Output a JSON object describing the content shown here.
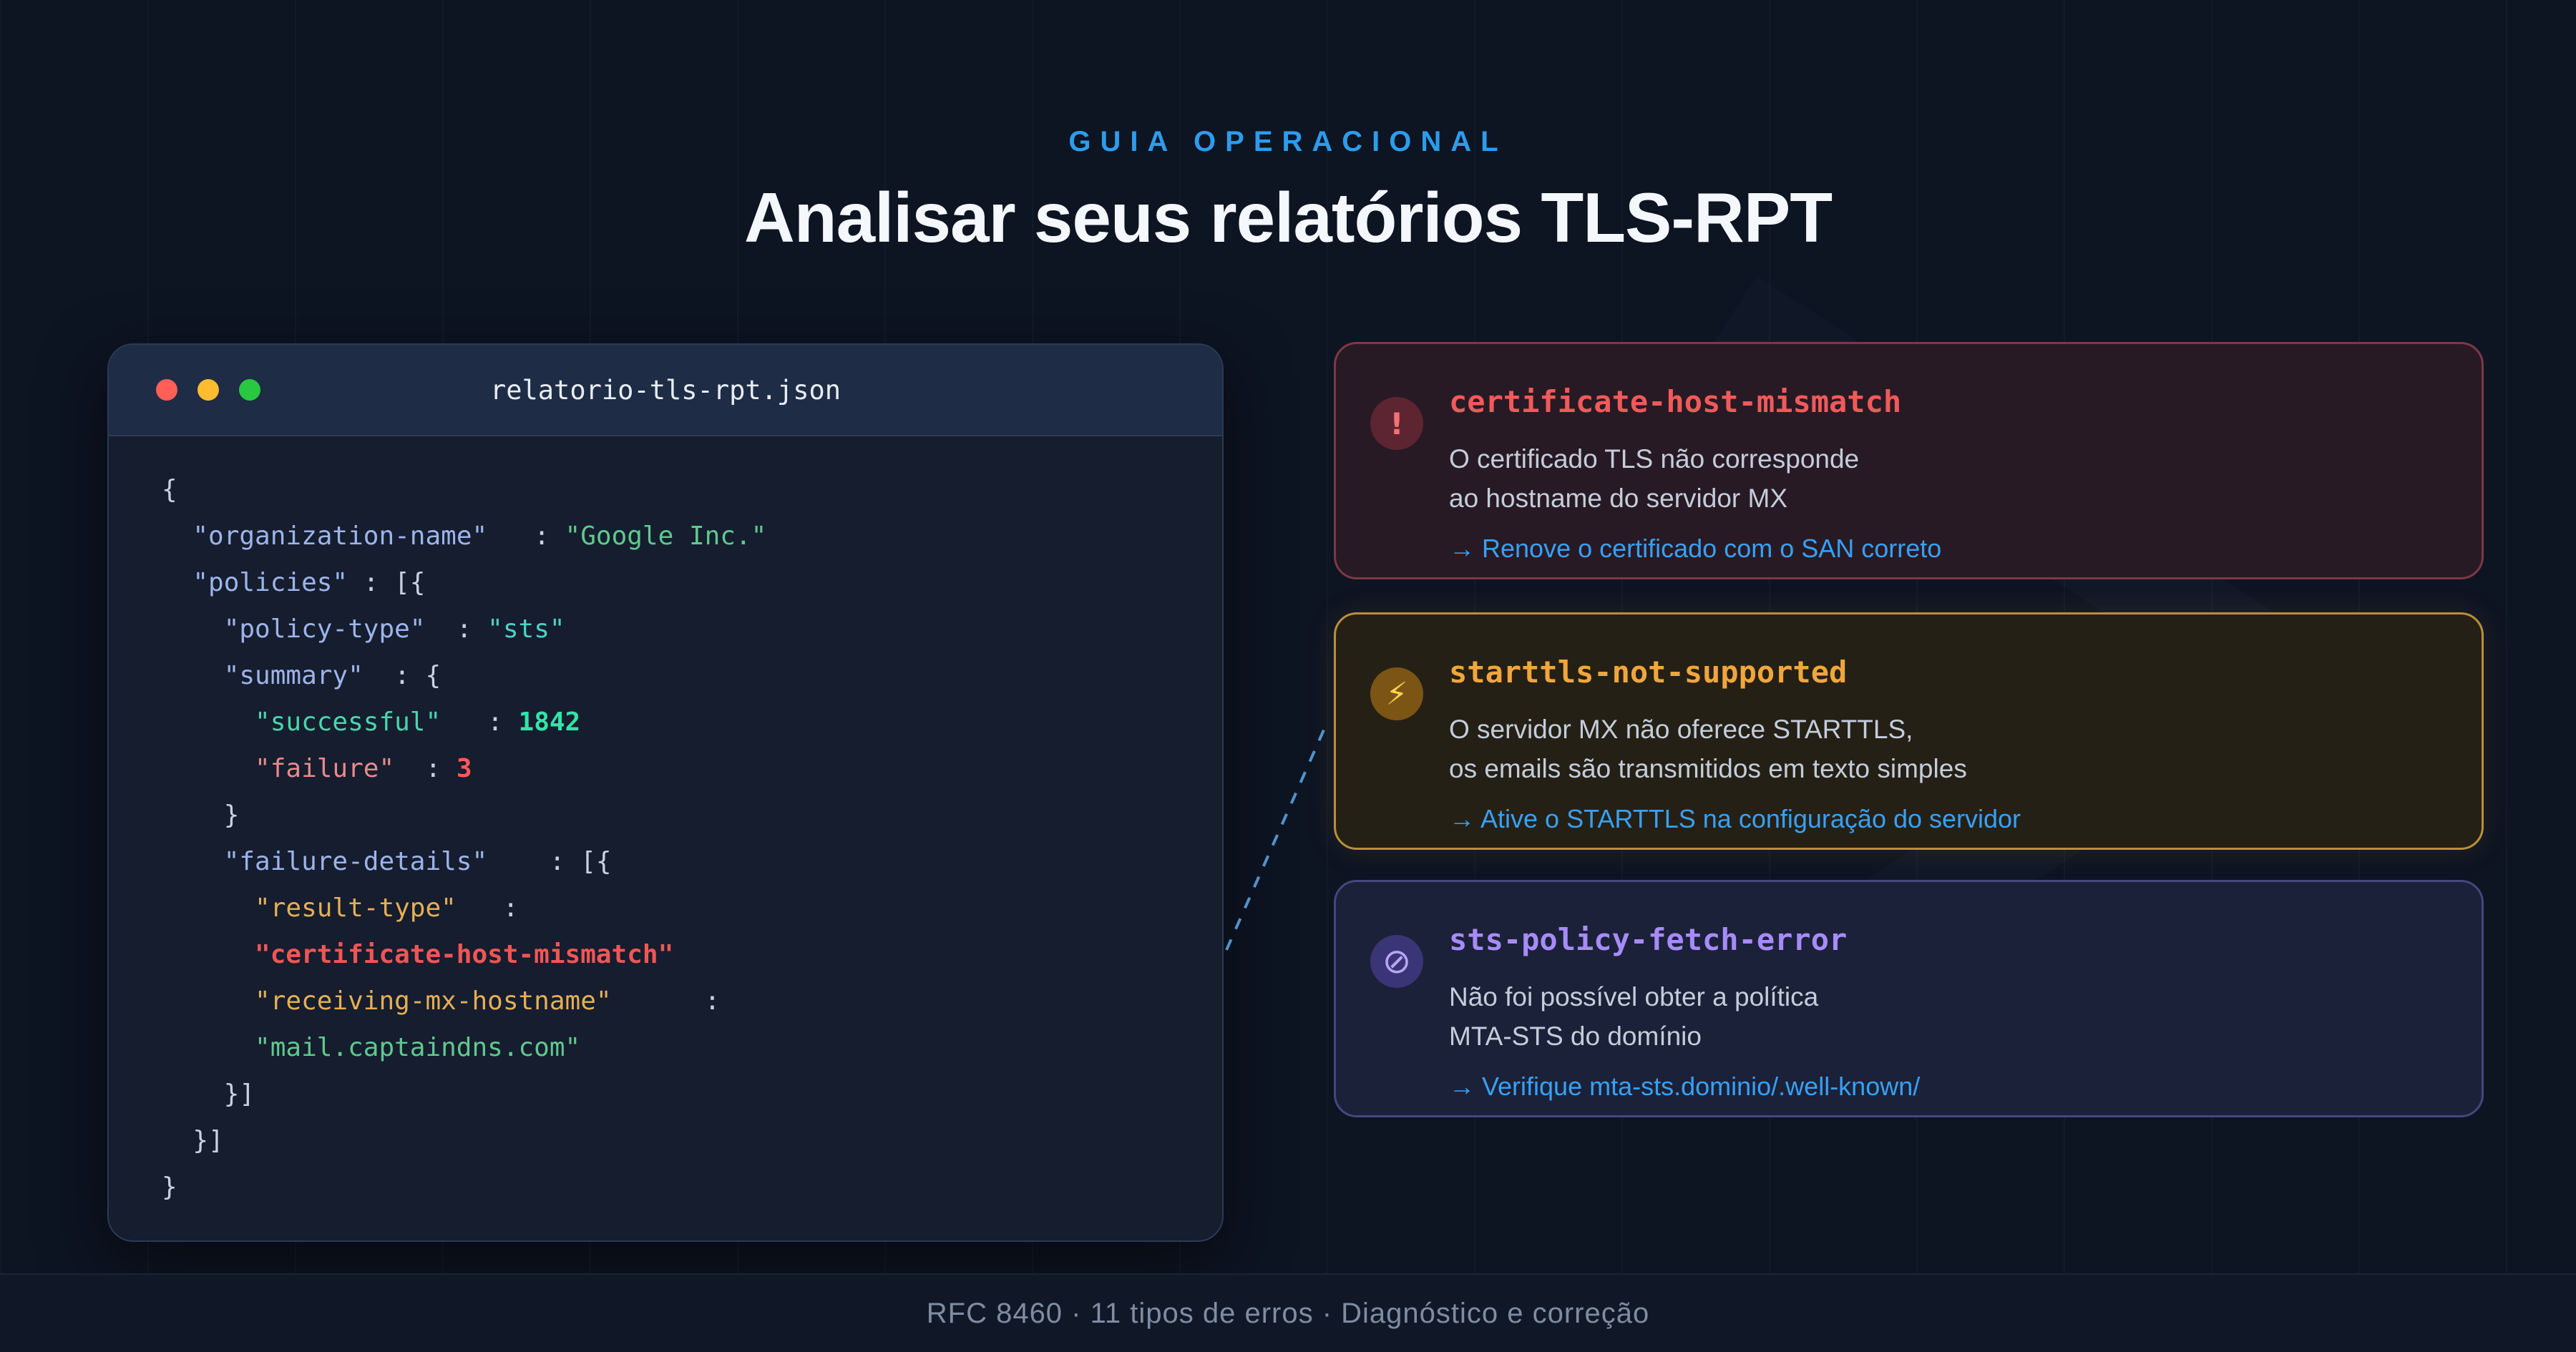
{
  "header": {
    "eyebrow": "GUIA OPERACIONAL",
    "title": "Analisar seus relatórios TLS-RPT"
  },
  "code_window": {
    "filename": "relatorio-tls-rpt.json",
    "traffic_lights": [
      "#ff5f57",
      "#febc2e",
      "#28c840"
    ],
    "lines": [
      [
        {
          "t": "{",
          "c": "punct"
        }
      ],
      [
        {
          "t": "  ",
          "c": "punct"
        },
        {
          "t": "\"organization-name\"",
          "c": "key"
        },
        {
          "t": "   : ",
          "c": "punct"
        },
        {
          "t": "\"Google Inc.\"",
          "c": "green"
        }
      ],
      [
        {
          "t": "  ",
          "c": "punct"
        },
        {
          "t": "\"policies\"",
          "c": "key"
        },
        {
          "t": " : [{",
          "c": "punct"
        }
      ],
      [
        {
          "t": "    ",
          "c": "punct"
        },
        {
          "t": "\"policy-type\"",
          "c": "key"
        },
        {
          "t": "  : ",
          "c": "punct"
        },
        {
          "t": "\"sts\"",
          "c": "teal"
        }
      ],
      [
        {
          "t": "    ",
          "c": "punct"
        },
        {
          "t": "\"summary\"",
          "c": "key"
        },
        {
          "t": "  : {",
          "c": "punct"
        }
      ],
      [
        {
          "t": "      ",
          "c": "punct"
        },
        {
          "t": "\"successful\"",
          "c": "tealkey"
        },
        {
          "t": "   : ",
          "c": "punct"
        },
        {
          "t": "1842",
          "c": "num-teal"
        }
      ],
      [
        {
          "t": "      ",
          "c": "punct"
        },
        {
          "t": "\"failure\"",
          "c": "redkey"
        },
        {
          "t": "  : ",
          "c": "punct"
        },
        {
          "t": "3",
          "c": "num-red"
        }
      ],
      [
        {
          "t": "    ",
          "c": "punct"
        },
        {
          "t": "}",
          "c": "punct"
        }
      ],
      [
        {
          "t": "    ",
          "c": "punct"
        },
        {
          "t": "\"failure-details\"",
          "c": "key"
        },
        {
          "t": "    : [{",
          "c": "punct"
        }
      ],
      [
        {
          "t": "      ",
          "c": "punct"
        },
        {
          "t": "\"result-type\"",
          "c": "orange"
        },
        {
          "t": "   :",
          "c": "punct"
        }
      ],
      [
        {
          "t": "      ",
          "c": "punct"
        },
        {
          "t": "\"certificate-host-mismatch\"",
          "c": "red-str"
        }
      ],
      [
        {
          "t": "      ",
          "c": "punct"
        },
        {
          "t": "\"receiving-mx-hostname\"",
          "c": "orange"
        },
        {
          "t": "      :",
          "c": "punct"
        }
      ],
      [
        {
          "t": "      ",
          "c": "punct"
        },
        {
          "t": "\"mail.captaindns.com\"",
          "c": "green"
        }
      ],
      [
        {
          "t": "    ",
          "c": "punct"
        },
        {
          "t": "}]",
          "c": "punct"
        }
      ],
      [
        {
          "t": "  ",
          "c": "punct"
        },
        {
          "t": "}]",
          "c": "punct"
        }
      ],
      [
        {
          "t": "}",
          "c": "punct"
        }
      ]
    ]
  },
  "connector": {
    "style": "dashed",
    "color": "#5fa8e8"
  },
  "cards": [
    {
      "id": "certificate-host-mismatch",
      "icon_glyph": "!",
      "title": "certificate-host-mismatch",
      "body": [
        "O certificado TLS não corresponde",
        "ao hostname do servidor MX"
      ],
      "action": "→ Renove o certificado com o SAN correto",
      "accent": "#f05a5a",
      "border": "#7e3844"
    },
    {
      "id": "starttls-not-supported",
      "icon_glyph": "⚡",
      "title": "starttls-not-supported",
      "body": [
        "O servidor MX não oferece STARTTLS,",
        "os emails são transmitidos em texto simples"
      ],
      "action": "→ Ative o STARTTLS na configuração do servidor",
      "accent": "#f0a63c",
      "border": "#b98f3a"
    },
    {
      "id": "sts-policy-fetch-error",
      "icon_glyph": "⊘",
      "title": "sts-policy-fetch-error",
      "body": [
        "Não foi possível obter a política",
        "MTA-STS do domínio"
      ],
      "action": "→ Verifique mta-sts.dominio/.well-known/",
      "accent": "#a78bfa",
      "border": "#44477f"
    }
  ],
  "footer": {
    "text": "RFC 8460 · 11 tipos de erros · Diagnóstico e correção"
  },
  "colors": {
    "background": "#0d1422",
    "eyebrow": "#2d9ceb",
    "title": "#f4f7fb",
    "link": "#38a0f5",
    "code_window_bg": "#151d2e",
    "code_header_bg": "#1e2c45"
  }
}
